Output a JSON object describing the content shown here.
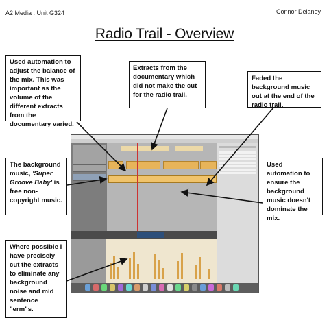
{
  "header": {
    "left": "A2 Media : Unit G324",
    "right": "Connor Delaney",
    "title": "Radio Trail - Overview"
  },
  "callouts": {
    "automation_balance": "Used automation to adjust the balance of the mix. This was important as the volume of the different extracts from the documentary varied.",
    "extracts_cut": "Extracts from the documentary which did not make the cut for the radio trail.",
    "faded": "Faded the background music out at the end of the radio trail.",
    "bg_music_pre": "The background music, ",
    "bg_music_title": "'Super Groove Baby'",
    "bg_music_post": " is free non-copyright music.",
    "automation_dominate": "Used automation to ensure the background music doesn't dominate the mix.",
    "cut_extracts": "Where possible I have precisely cut the extracts to eliminate any background noise and mid sentence \"erm\"s."
  },
  "screenshot": {
    "app": "GarageBand",
    "accent_clip": "#e7b45a",
    "lcd": "#2d4f7a"
  }
}
